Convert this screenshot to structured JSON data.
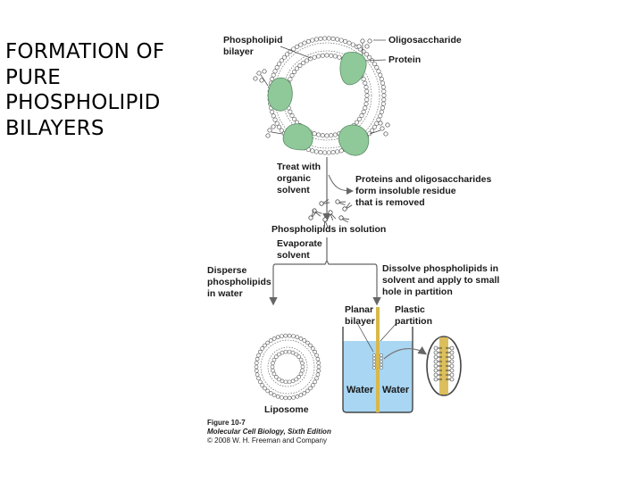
{
  "slide": {
    "title": "FORMATION OF\nPURE\nPHOSPHOLIPID\nBILAYERS"
  },
  "figure": {
    "labels": {
      "phospholipid_bilayer": [
        "Phospholipid",
        "bilayer"
      ],
      "oligosaccharide": "Oligosaccharide",
      "protein": "Protein",
      "treat": [
        "Treat with",
        "organic",
        "solvent"
      ],
      "residue": [
        "Proteins and oligosaccharides",
        "form insoluble residue",
        "that is removed"
      ],
      "in_solution": "Phospholipids in solution",
      "evaporate": [
        "Evaporate",
        "solvent"
      ],
      "disperse": [
        "Disperse",
        "phospholipids",
        "in water"
      ],
      "dissolve": [
        "Dissolve phospholipids in",
        "solvent and apply to small",
        "hole in partition"
      ],
      "planar": [
        "Planar",
        "bilayer"
      ],
      "plastic": [
        "Plastic",
        "partition"
      ],
      "water_left": "Water",
      "water_right": "Water",
      "liposome": "Liposome"
    },
    "caption": {
      "figure": "Figure 10-7",
      "book": "Molecular Cell Biology, Sixth Edition",
      "copyright": "© 2008 W. H. Freeman and Company"
    },
    "colors": {
      "protein": "#8fc99a",
      "water": "#a9d6f2",
      "partition": "#d8b84a",
      "arrow": "#666666"
    }
  }
}
